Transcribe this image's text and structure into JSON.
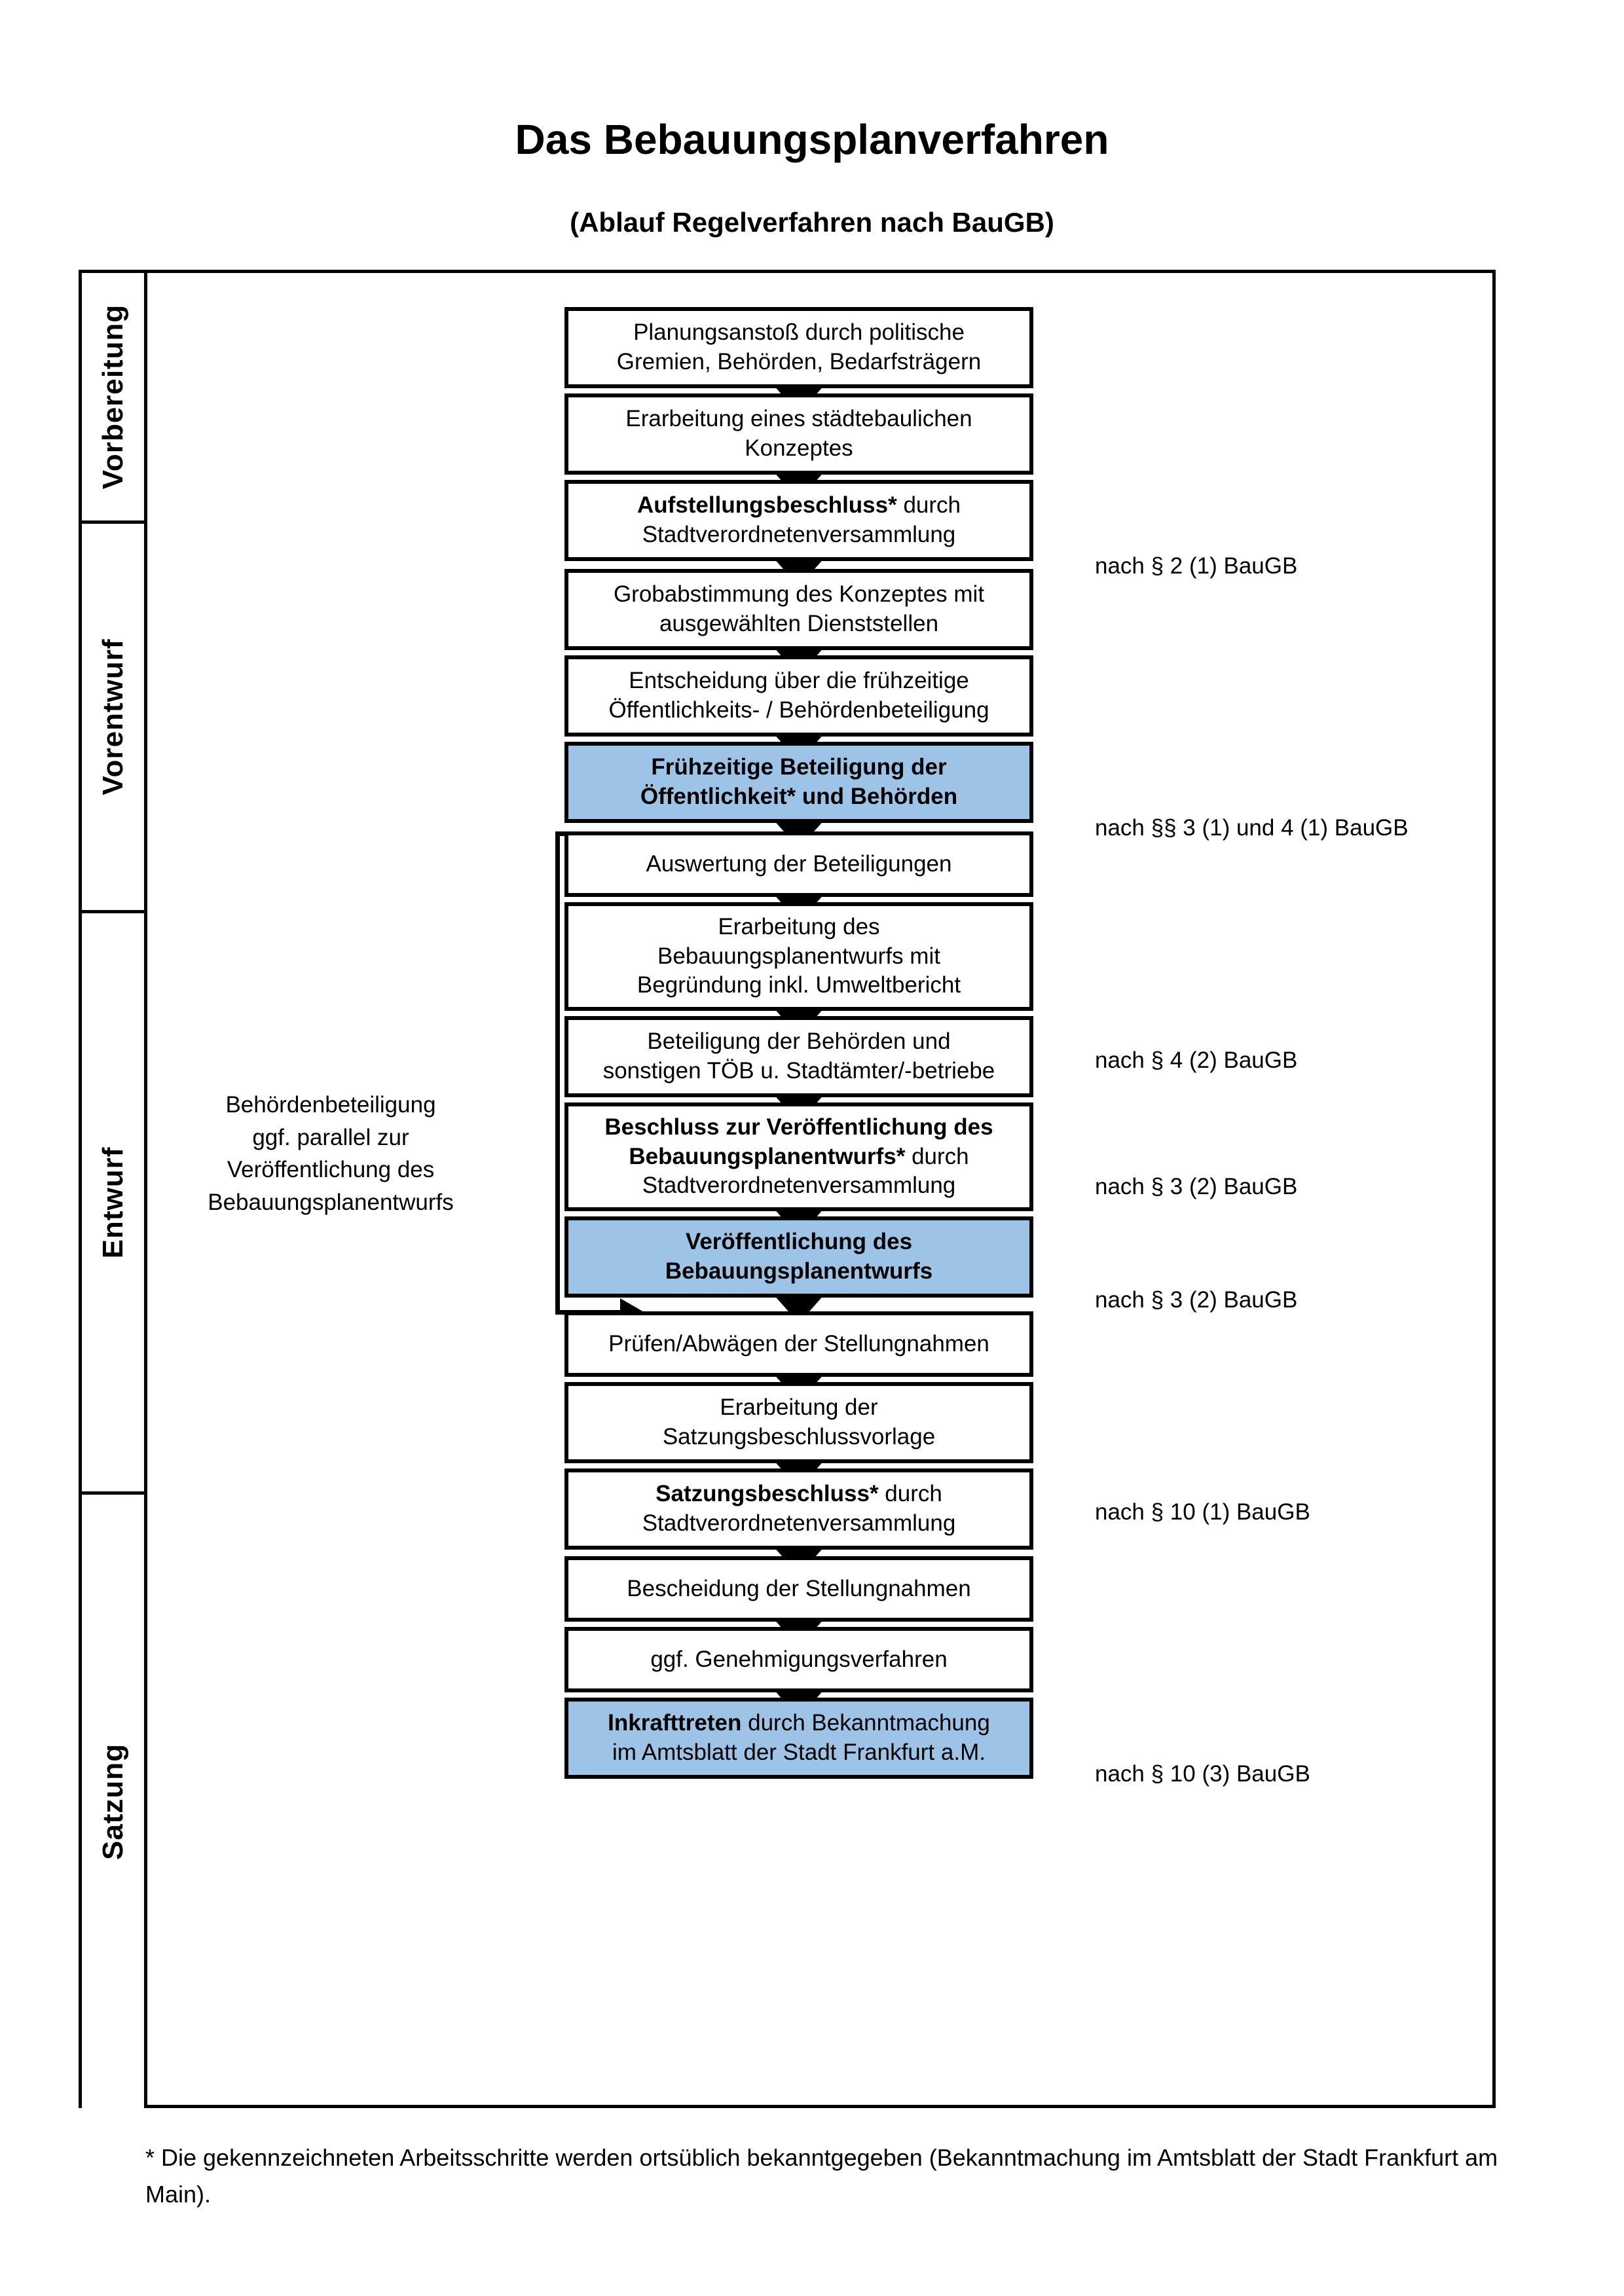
{
  "header": {
    "title": "Das Bebauungsplanverfahren",
    "subtitle": "(Ablauf Regelverfahren nach BauGB)"
  },
  "bands": [
    {
      "label": "Vorbereitung",
      "bg": "#F2F2F2"
    },
    {
      "label": "Vorentwurf",
      "bg": "#E6E6E6"
    },
    {
      "label": "Entwurf",
      "bg": "#D9D9D9"
    },
    {
      "label": "Satzung",
      "bg": "#BFBFBF"
    }
  ],
  "steps": [
    {
      "line1": "Planungsanstoß durch politische",
      "line2": "Gremien, Behörden, Bedarfsträgern",
      "highlight": false
    },
    {
      "line1": "Erarbeitung eines städtebaulichen",
      "line2": "Konzeptes",
      "highlight": false
    },
    {
      "bold1": "Aufstellungsbeschluss*",
      "rest1": " durch",
      "line2": "Stadtverordnetenversammlung",
      "highlight": false
    },
    {
      "line1": "Grobabstimmung des Konzeptes mit",
      "line2": "ausgewählten Dienststellen",
      "highlight": false
    },
    {
      "line1": "Entscheidung über die frühzeitige",
      "line2": "Öffentlichkeits- / Behördenbeteiligung",
      "highlight": false
    },
    {
      "bold1": "Frühzeitige Beteiligung der",
      "bold2": "Öffentlichkeit* und Behörden",
      "highlight": true
    },
    {
      "line1": "Auswertung der Beteiligungen",
      "highlight": false
    },
    {
      "line1": "Erarbeitung des",
      "line2": "Bebauungsplanentwurfs mit",
      "line3": "Begründung inkl. Umweltbericht",
      "highlight": false
    },
    {
      "line1": "Beteiligung der Behörden und",
      "line2": "sonstigen TÖB u. Stadtämter/-betriebe",
      "highlight": false
    },
    {
      "bold1": "Beschluss zur Veröffentlichung des",
      "bold2": "Bebauungsplanentwurfs*",
      "rest2": " durch",
      "line3": "Stadtverordnetenversammlung",
      "highlight": false
    },
    {
      "bold1": "Veröffentlichung des",
      "bold2": "Bebauungsplanentwurfs",
      "highlight": true
    },
    {
      "line1": "Prüfen/Abwägen der Stellungnahmen",
      "highlight": false
    },
    {
      "line1": "Erarbeitung der",
      "line2": "Satzungsbeschlussvorlage",
      "highlight": false
    },
    {
      "bold1": "Satzungsbeschluss*",
      "rest1": " durch",
      "line2": "Stadtverordnetenversammlung",
      "highlight": false
    },
    {
      "line1": "Bescheidung der Stellungnahmen",
      "highlight": false
    },
    {
      "line1": "ggf. Genehmigungsverfahren",
      "highlight": false
    },
    {
      "bold1": "Inkrafttreten",
      "rest1": " durch Bekanntmachung",
      "line2": "im Amtsblatt der Stadt Frankfurt a.M.",
      "highlight": true
    }
  ],
  "notes": [
    "nach § 2 (1) BauGB",
    "nach §§ 3 (1) und 4 (1) BauGB",
    "nach § 4 (2) BauGB",
    "nach § 3 (2) BauGB",
    "nach § 3 (2) BauGB",
    "nach § 10 (1) BauGB",
    "nach § 10 (3) BauGB"
  ],
  "sidenote": {
    "line1": "Behördenbeteiligung",
    "line2": "ggf. parallel zur",
    "line3": "Veröffentlichung des",
    "line4": "Bebauungsplanentwurfs"
  },
  "footnote": "* Die gekennzeichneten Arbeitsschritte werden ortsüblich bekanntgegeben (Bekanntmachung im Amtsblatt  der Stadt Frankfurt am Main).",
  "colors": {
    "highlight_blue": "#9DC3E6",
    "band1": "#F2F2F2",
    "band2": "#E6E6E6",
    "band3": "#D9D9D9",
    "band4": "#BFBFBF",
    "stroke": "#000000"
  }
}
